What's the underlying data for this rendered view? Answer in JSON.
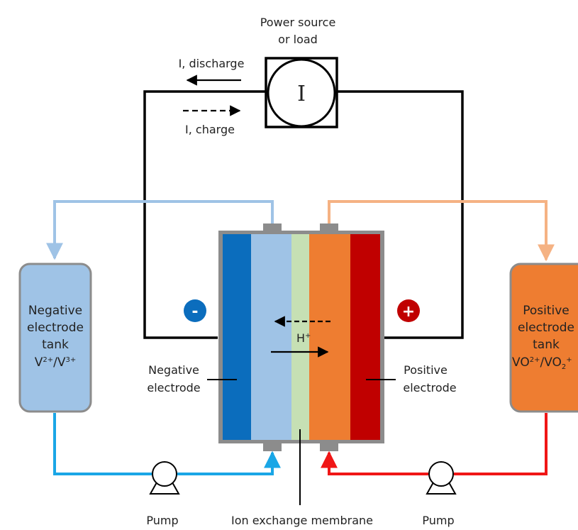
{
  "power": {
    "line1": "Power source",
    "line2": "or load",
    "symbol": "I"
  },
  "current": {
    "discharge": "I, discharge",
    "charge": "I, charge"
  },
  "negative_tank": {
    "line1": "Negative",
    "line2": "electrode",
    "line3": "tank",
    "species": [
      {
        "base": "V",
        "sup": "2+"
      },
      {
        "base": "/V",
        "sup": "3+"
      }
    ]
  },
  "positive_tank": {
    "line1": "Positive",
    "line2": "electrode",
    "line3": "tank",
    "species": [
      {
        "base": "VO",
        "sup": "2+"
      },
      {
        "base": "/VO",
        "sub": "2",
        "sup": "+"
      }
    ]
  },
  "cell": {
    "proton": {
      "base": "H",
      "sup": "+"
    },
    "negative_sign": "-",
    "positive_sign": "+"
  },
  "labels": {
    "negative_electrode_1": "Negative",
    "negative_electrode_2": "electrode",
    "positive_electrode_1": "Positive",
    "positive_electrode_2": "electrode",
    "membrane": "Ion exchange membrane",
    "pump_left": "Pump",
    "pump_right": "Pump"
  },
  "colors": {
    "negative_dark": "#0b6dbd",
    "negative_light": "#9fc3e6",
    "membrane": "#c6e0b4",
    "positive_light": "#ee7d31",
    "positive_dark": "#c00000",
    "pipe_blue_light": "#9fc3e6",
    "pipe_blue": "#1aa6e6",
    "pipe_orange_light": "#f5b283",
    "pipe_red": "#f01616",
    "frame": "#8c8c8c",
    "sign_negative": "#0b6dbd",
    "sign_positive": "#c00000"
  }
}
